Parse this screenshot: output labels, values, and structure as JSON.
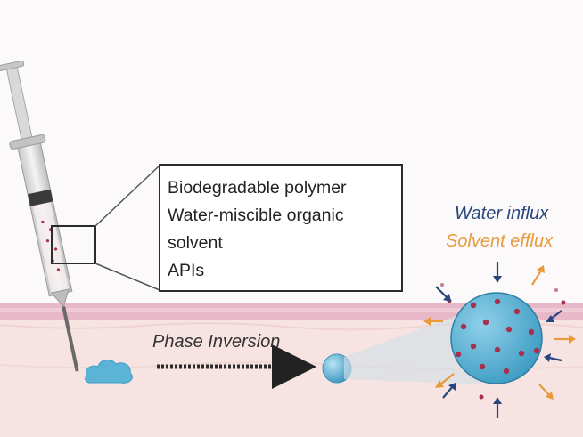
{
  "components": {
    "items": [
      "Biodegradable polymer",
      "Water-miscible organic",
      "solvent",
      "APIs"
    ]
  },
  "process": {
    "label": "Phase Inversion"
  },
  "exchange": {
    "water_label": "Water influx",
    "solvent_label": "Solvent efflux"
  },
  "colors": {
    "water": "#27467e",
    "solvent": "#e89a3c",
    "depot": "#5bb3d6",
    "drug_particle": "#a8304e",
    "skin_top": "#e7b9c8",
    "skin_lower": "#f7e4e2"
  }
}
